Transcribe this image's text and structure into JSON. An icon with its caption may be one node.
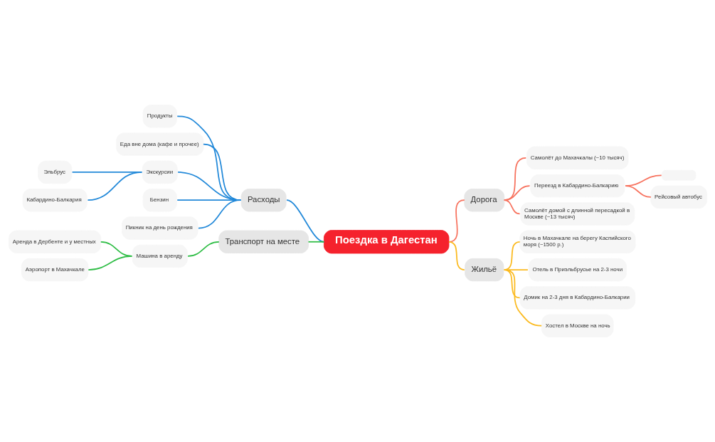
{
  "diagram": {
    "nodes": [
      {
        "text": [
          "Поездка в Дагестан"
        ]
      },
      {
        "text": [
          "Расходы"
        ]
      },
      {
        "text": [
          "Продукты"
        ]
      },
      {
        "text": [
          "Еда вне дома (кафе и прочее)"
        ]
      },
      {
        "text": [
          "Экскурсии"
        ]
      },
      {
        "text": [
          "Эльбрус"
        ]
      },
      {
        "text": [
          "Кабардино-Балкария"
        ]
      },
      {
        "text": [
          "Бензин"
        ]
      },
      {
        "text": [
          "Пикник на день рождения"
        ]
      },
      {
        "text": [
          "Транспорт на месте"
        ]
      },
      {
        "text": [
          "Машина в аренду"
        ]
      },
      {
        "text": [
          "Аренда в Дербенте и у местных"
        ]
      },
      {
        "text": [
          "Аэропорт в Махачкале"
        ]
      },
      {
        "text": [
          "Дорога"
        ]
      },
      {
        "text": [
          "Самолёт до Махачкалы (~10 тысяч)"
        ]
      },
      {
        "text": [
          "Переезд в Кабардино-Балкарию"
        ]
      },
      {
        "text": [],
        "shape": "box"
      },
      {
        "text": [
          "Рейсовый автобус"
        ]
      },
      {
        "text": [
          "Самолёт домой с длинной пересадкой в Москве (~13 тысяч)"
        ]
      },
      {
        "text": [
          "Жильё"
        ]
      },
      {
        "text": [
          "Ночь в Махачкале на берегу Каспийского моря (~1500 р.)"
        ]
      },
      {
        "text": [
          "Отель в Приэльбрусье на 2-3 ночи"
        ]
      },
      {
        "text": [
          "Домик на 2-3 дня в Кабардино-Балкарии"
        ]
      },
      {
        "text": [
          "Хостел в Москве на ночь"
        ]
      }
    ],
    "edges": [
      {
        "from": 0,
        "to": 1,
        "arrow": "none"
      },
      {
        "from": 1,
        "to": 2,
        "arrow": "none"
      },
      {
        "from": 1,
        "to": 3,
        "arrow": "none"
      },
      {
        "from": 1,
        "to": 4,
        "arrow": "none"
      },
      {
        "from": 4,
        "to": 5,
        "arrow": "none"
      },
      {
        "from": 4,
        "to": 6,
        "arrow": "none"
      },
      {
        "from": 1,
        "to": 7,
        "arrow": "none"
      },
      {
        "from": 1,
        "to": 8,
        "arrow": "none"
      },
      {
        "from": 0,
        "to": 9,
        "arrow": "none",
        "color": "#2ebd45"
      },
      {
        "from": 9,
        "to": 10,
        "arrow": "none",
        "color": "#2ebd45"
      },
      {
        "from": 10,
        "to": 11,
        "arrow": "none",
        "color": "#2ebd45"
      },
      {
        "from": 10,
        "to": 12,
        "arrow": "none",
        "color": "#2ebd45"
      },
      {
        "from": 0,
        "to": 13,
        "arrow": "none",
        "color": "#f7725e"
      },
      {
        "from": 13,
        "to": 14,
        "arrow": "none",
        "color": "#f7725e"
      },
      {
        "from": 13,
        "to": 15,
        "arrow": "none",
        "color": "#f7725e"
      },
      {
        "from": 15,
        "to": 16,
        "arrow": "none",
        "color": "#f7725e"
      },
      {
        "from": 15,
        "to": 17,
        "arrow": "none",
        "color": "#f7725e"
      },
      {
        "from": 13,
        "to": 18,
        "arrow": "none",
        "color": "#f7725e"
      },
      {
        "from": 0,
        "to": 19,
        "arrow": "none",
        "color": "#fbba1f"
      },
      {
        "from": 19,
        "to": 20,
        "arrow": "none",
        "color": "#fbba1f"
      },
      {
        "from": 19,
        "to": 21,
        "arrow": "none",
        "color": "#fbba1f"
      },
      {
        "from": 19,
        "to": 22,
        "arrow": "none",
        "color": "#fbba1f"
      },
      {
        "from": 19,
        "to": 23,
        "arrow": "none",
        "color": "#fbba1f"
      }
    ]
  }
}
